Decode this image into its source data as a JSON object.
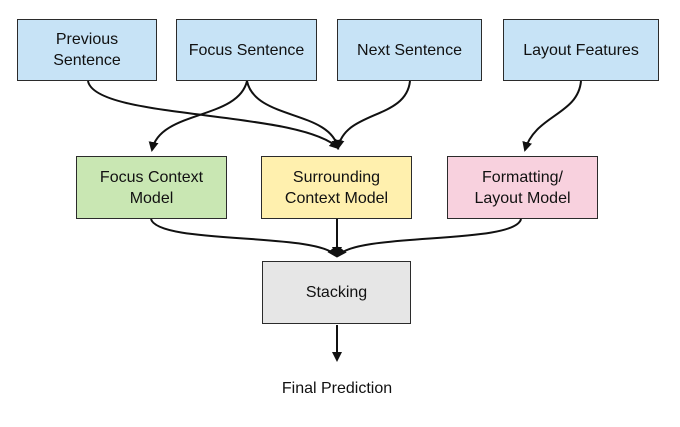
{
  "inputs": {
    "previous_sentence": "Previous\nSentence",
    "focus_sentence": "Focus Sentence",
    "next_sentence": "Next Sentence",
    "layout_features": "Layout Features"
  },
  "models": {
    "focus_context": "Focus Context\nModel",
    "surrounding_context": "Surrounding\nContext Model",
    "formatting_layout": "Formatting/\nLayout Model"
  },
  "stacking": {
    "label": "Stacking"
  },
  "output": {
    "label": "Final Prediction"
  },
  "colors": {
    "input_fill": "#c7e3f6",
    "focus_model_fill": "#c9e7b3",
    "surrounding_model_fill": "#fff0ae",
    "layout_model_fill": "#f8d1de",
    "stacking_fill": "#e6e6e6",
    "stroke": "#2b2b2b"
  }
}
